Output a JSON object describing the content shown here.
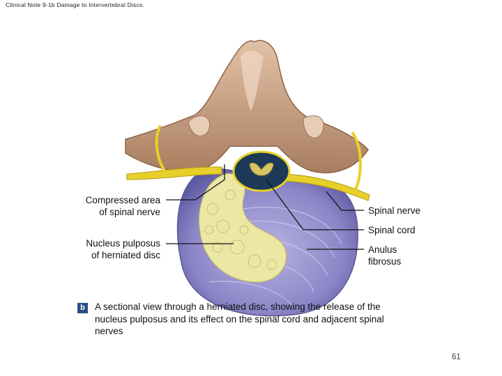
{
  "header": {
    "title": "Clinical Note 9-1b Damage to Intervertebral Discs."
  },
  "labels": {
    "compressed_area_line1": "Compressed area",
    "compressed_area_line2": "of spinal nerve",
    "nucleus_line1": "Nucleus pulposus",
    "nucleus_line2": "of herniated disc",
    "spinal_nerve": "Spinal nerve",
    "spinal_cord": "Spinal cord",
    "anulus_line1": "Anulus",
    "anulus_line2": "fibrosus"
  },
  "caption": {
    "badge": "b",
    "text": "A sectional view through a herniated disc, showing the release of the nucleus pulposus and its effect on the spinal cord and adjacent spinal nerves"
  },
  "page_number": "61",
  "colors": {
    "bone": "#c9a285",
    "nerve": "#e8d02a",
    "disc": "#8e87c8",
    "nucleus": "#ece7a4",
    "cord_canal": "#1c3a57"
  }
}
